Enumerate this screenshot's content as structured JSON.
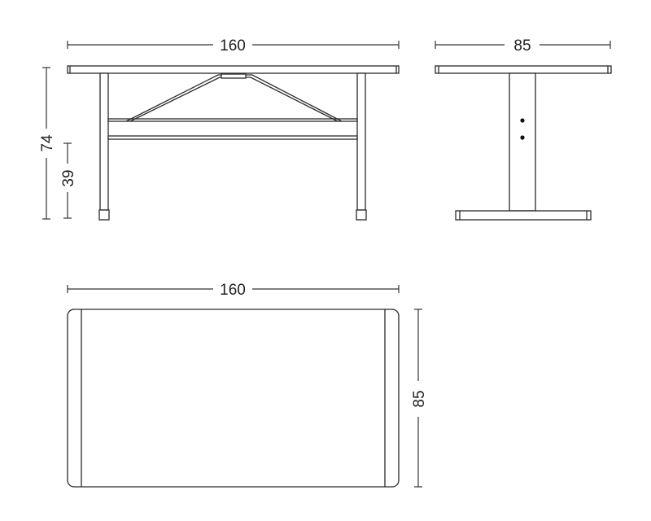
{
  "dimensions": {
    "front_width": "160",
    "front_height": "74",
    "front_crossbar_height": "39",
    "side_depth": "85",
    "top_width": "160",
    "top_depth": "85"
  },
  "colors": {
    "line": "#2a2a2a",
    "background": "#ffffff"
  }
}
